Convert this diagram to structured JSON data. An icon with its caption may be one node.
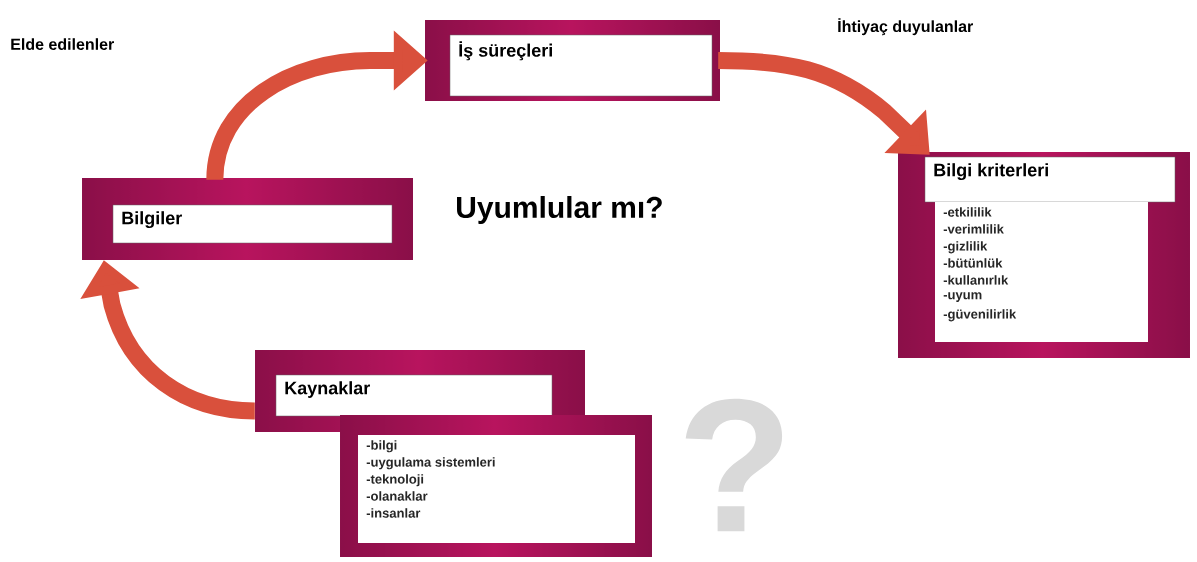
{
  "diagram": {
    "nodes": [
      {
        "text": [
          "Bilgiler"
        ]
      },
      {
        "text": [
          "İş süreçleri"
        ]
      },
      {
        "text": [
          "Bilgi kriterleri",
          "-etkililik",
          "-verimlilik",
          "-gizlilik",
          "-bütünlük",
          "-kullanırlık",
          "-uyum",
          "-güvenilirlik"
        ]
      },
      {
        "text": [
          "Kaynaklar"
        ]
      },
      {
        "text": [
          "-bilgi",
          "-uygulama sistemleri",
          "-teknoloji",
          "-olanaklar",
          "-insanlar"
        ]
      }
    ],
    "edges": [
      {
        "from": 3,
        "to": 0,
        "arrow": "to"
      },
      {
        "from": 0,
        "to": 1,
        "arrow": "to"
      },
      {
        "from": 1,
        "to": 2,
        "arrow": "to"
      }
    ],
    "labels": [
      "Elde edilenler",
      "İhtiyaç duyulanlar",
      "Uyumlular mı?",
      "?"
    ]
  }
}
